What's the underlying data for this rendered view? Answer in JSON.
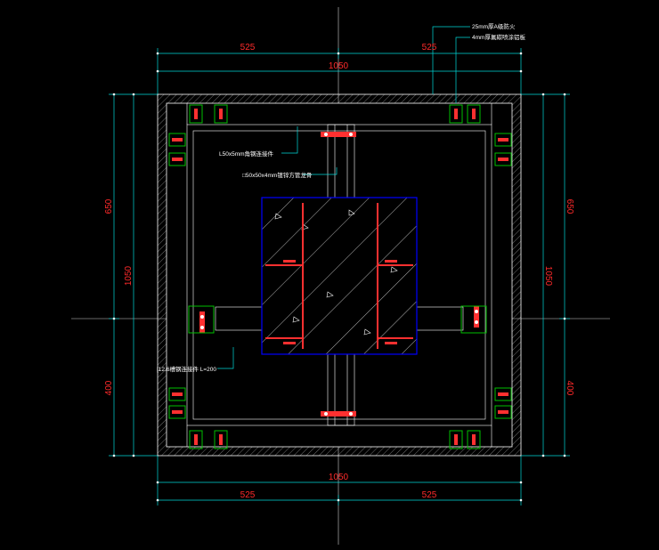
{
  "drawing": {
    "colors": {
      "background": "#000000",
      "dimension_line": "#00d8d8",
      "dimension_text": "#ff2a2a",
      "outline": "#ffffff",
      "bracket": "#00c000",
      "core": "#0000ff",
      "steel": "#ff3030",
      "annotation": "#ffffff"
    },
    "dimensions": {
      "top_left": "525",
      "top_right": "525",
      "top_total": "1050",
      "bottom_total": "1050",
      "bottom_left": "525",
      "bottom_right": "525",
      "left_upper": "650",
      "left_total": "1050",
      "left_lower": "400",
      "right_upper": "650",
      "right_total": "1050",
      "right_lower": "400"
    },
    "annotations": {
      "note_top_1": "25mm厚A级防火",
      "note_top_2": "4mm厚氟碳喷涂铝板",
      "note_angle": "L50x5mm角钢连接件",
      "note_tube": "□50x50x4mm镀锌方管龙骨",
      "note_channel": "[12.6槽钢连接件 L=200"
    }
  }
}
